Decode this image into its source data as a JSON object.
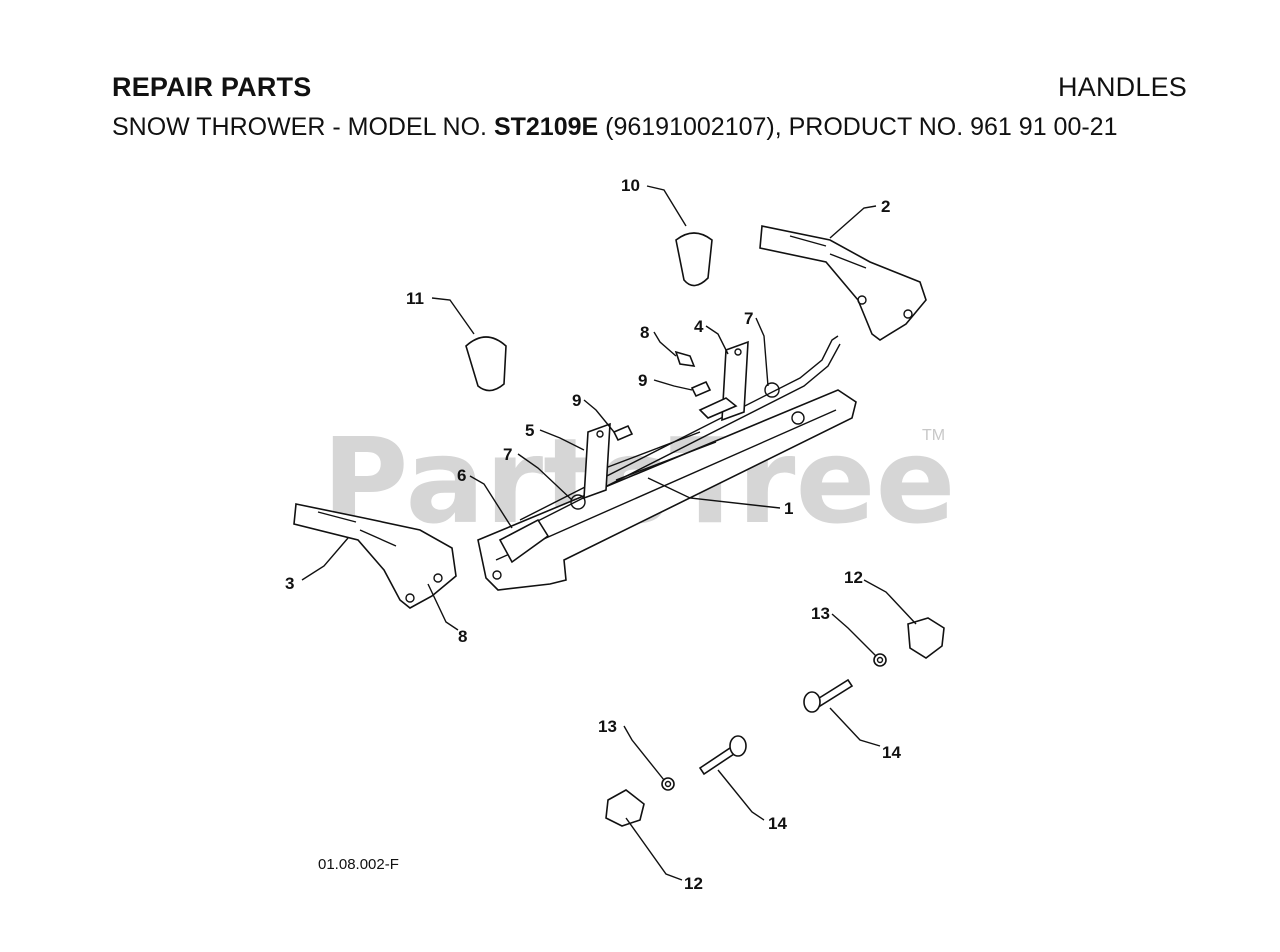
{
  "header": {
    "title": "REPAIR PARTS",
    "section": "HANDLES",
    "subtitle_prefix": "SNOW THROWER - MODEL NO. ",
    "model": "ST2109E",
    "subtitle_suffix": " (96191002107), PRODUCT NO. 961 91 00-21"
  },
  "watermark": {
    "text": "PartsTree",
    "tm": "TM"
  },
  "drawing_code": "01.08.002-F",
  "callouts": {
    "c1": "1",
    "c2": "2",
    "c3": "3",
    "c4": "4",
    "c5": "5",
    "c6": "6",
    "c7a": "7",
    "c7b": "7",
    "c8a": "8",
    "c8b": "8",
    "c9a": "9",
    "c9b": "9",
    "c10": "10",
    "c11": "11",
    "c12a": "12",
    "c12b": "12",
    "c13a": "13",
    "c13b": "13",
    "c14a": "14",
    "c14b": "14"
  }
}
